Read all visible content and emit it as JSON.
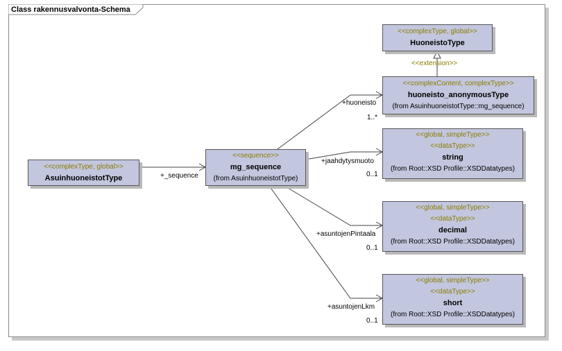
{
  "diagram": {
    "title": "Class rakennusvalvonta-Schema",
    "classes": {
      "asuinhuoneisto": {
        "stereotype": "<<complexType, global>>",
        "name": "AsuinhuoneistotType"
      },
      "mg_sequence": {
        "stereotype": "<<sequence>>",
        "name": "mg_sequence",
        "from": "(from AsuinhuoneistotType)"
      },
      "huoneistotype": {
        "stereotype": "<<complexType, global>>",
        "name": "HuoneistoType"
      },
      "huoneisto_anon": {
        "stereotype": "<<complexContent, complexType>>",
        "name": "huoneisto_anonymousType",
        "from": "(from AsuinhuoneistotType::mg_sequence)"
      },
      "string": {
        "stereotype1": "<<global, simpleType>>",
        "stereotype2": "<<dataType>>",
        "name": "string",
        "from": "(from Root::XSD Profile::XSDDatatypes)"
      },
      "decimal": {
        "stereotype1": "<<global, simpleType>>",
        "stereotype2": "<<dataType>>",
        "name": "decimal",
        "from": "(from Root::XSD Profile::XSDDatatypes)"
      },
      "short": {
        "stereotype1": "<<global, simpleType>>",
        "stereotype2": "<<dataType>>",
        "name": "short",
        "from": "(from Root::XSD Profile::XSDDatatypes)"
      }
    },
    "connectors": {
      "extension": "<<extension>>",
      "sequence_role": "+_sequence",
      "huoneisto_role": "+huoneisto",
      "huoneisto_mult": "1..*",
      "jaahdytys_role": "+jaahdytysmuoto",
      "jaahdytys_mult": "0..1",
      "pintaala_role": "+asuntojenPintaala",
      "pintaala_mult": "0..1",
      "lkm_role": "+asuntojenLkm",
      "lkm_mult": "0..1"
    }
  }
}
